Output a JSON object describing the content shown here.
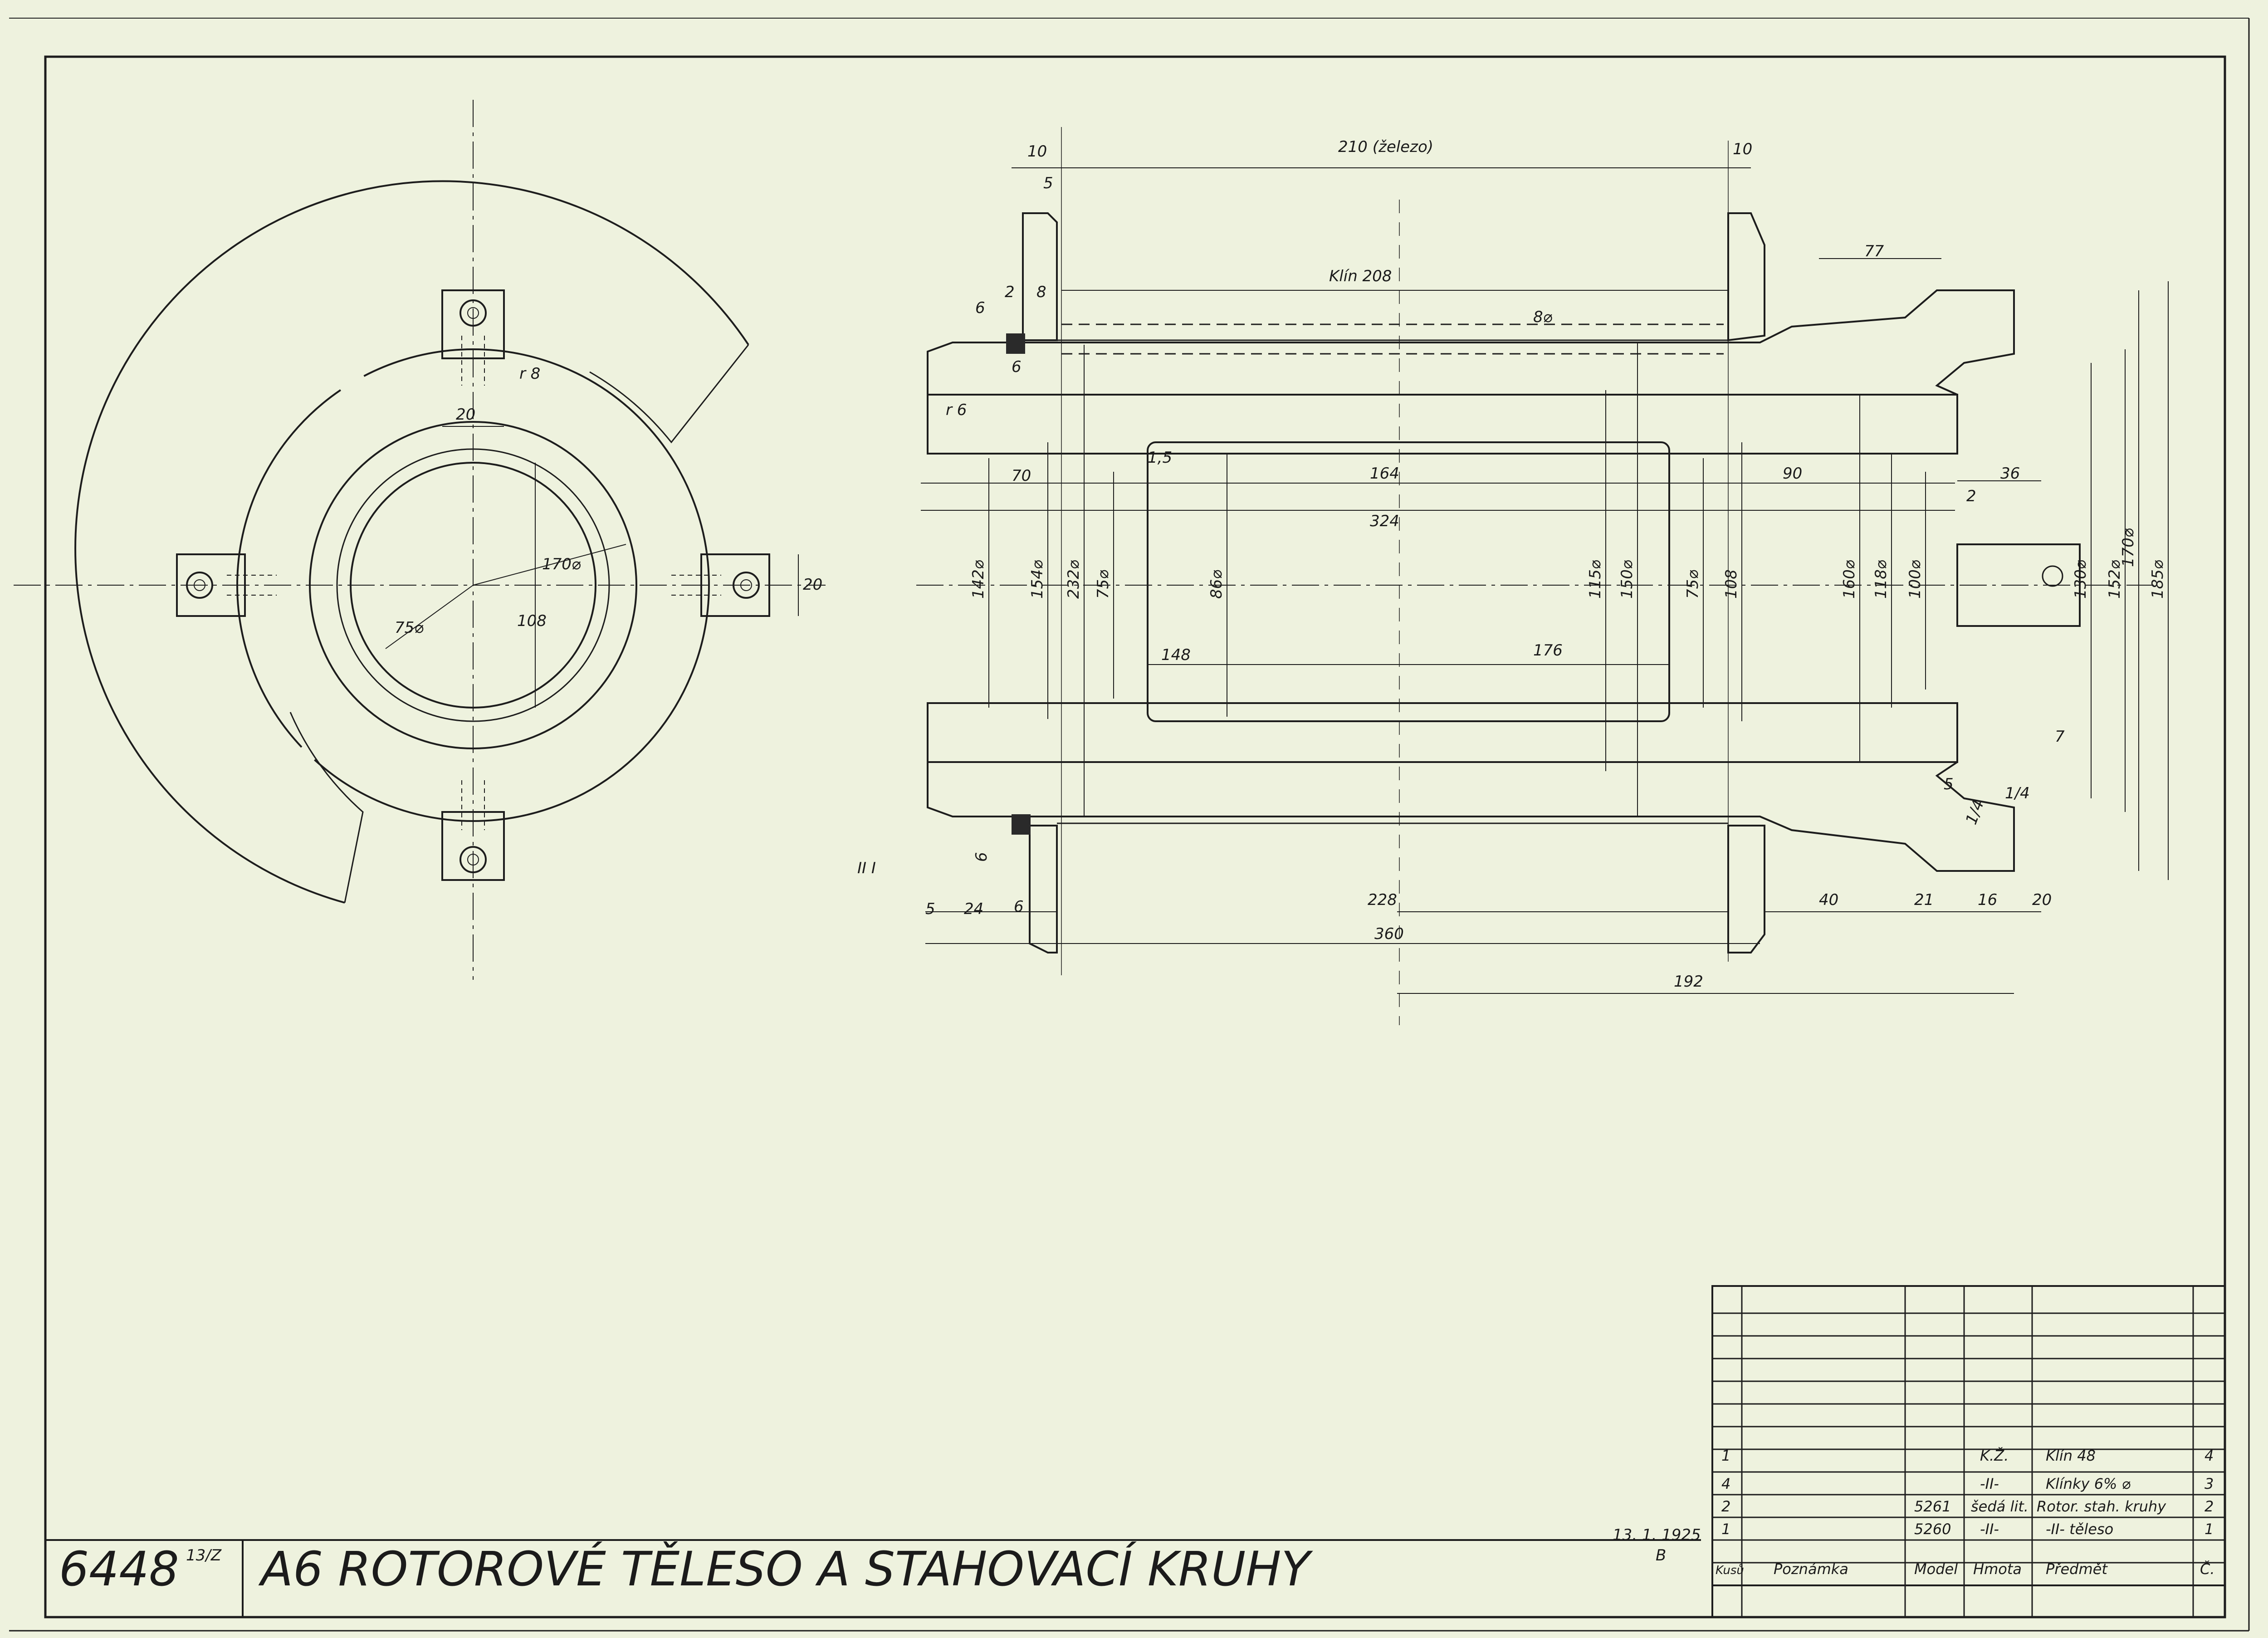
{
  "title_block": {
    "drawing_number": "6448",
    "sheet": "13/Z",
    "title": "A6 ROTOROVÉ TĚLESO A STAHOVACÍ KRUHY",
    "date": "13. 1. 1925",
    "signature_mark": "B"
  },
  "parts_list": {
    "header": {
      "col1": "Kusů",
      "col2": "Poznámka",
      "col3": "Model",
      "col4": "Hmota",
      "col5": "Předmět",
      "col6": "Č."
    },
    "rows": [
      {
        "qty": "1",
        "note": "",
        "model": "",
        "material": "K.Ž.",
        "item": "Klín 48",
        "no": "4"
      },
      {
        "qty": "4",
        "note": "",
        "model": "",
        "material": "-II-",
        "item": "Klínky 6% ⌀",
        "no": "3"
      },
      {
        "qty": "2",
        "note": "",
        "model": "5261",
        "material": "šedá lit.",
        "item": "Rotor. stah. kruhy",
        "no": "2"
      },
      {
        "qty": "1",
        "note": "",
        "model": "5260",
        "material": "-II-",
        "item": "-II- těleso",
        "no": "1"
      }
    ]
  },
  "front_view": {
    "dims": {
      "d_20_top": "20",
      "r_75": "75⌀",
      "d_170": "170⌀",
      "d_108": "108",
      "d_20_right": "20",
      "d_8": "r 8"
    }
  },
  "section_view": {
    "dims": {
      "top_10_left": "10",
      "top_210": "210 (železo)",
      "top_10_right": "10",
      "top_5": "5",
      "top_2": "2",
      "top_8": "8",
      "top_6": "6",
      "klin": "Klín 208",
      "d_8": "8⌀",
      "d_6_small": "6",
      "d_77": "77",
      "r6": "r 6",
      "d_70": "70",
      "d_164": "164",
      "d_324": "324",
      "d_90": "90",
      "d_36": "36",
      "d_2": "2",
      "d_15": "1,5",
      "d_142": "142⌀",
      "d_154": "154⌀",
      "d_232": "232⌀",
      "d_75": "75⌀",
      "d_86": "86⌀",
      "d_115": "115⌀",
      "d_150": "150⌀",
      "d_75b": "75⌀",
      "d_108b": "108",
      "d_160": "160⌀",
      "d_118": "118⌀",
      "d_100": "100⌀",
      "d_130": "130⌀",
      "d_152": "152⌀",
      "d_170": "170⌀",
      "d_185": "185⌀",
      "d_148": "148",
      "d_176": "176",
      "d_7": "7",
      "d_5": "5",
      "d_14": "1/4",
      "d_14b": "1/4",
      "d_6_bottom": "6",
      "d_5_bottom": "5",
      "d_24": "24",
      "d_6b": "6",
      "d_228": "228",
      "d_360": "360",
      "d_40": "40",
      "d_21": "21",
      "d_16": "16",
      "d_20": "20",
      "d_192": "192",
      "side_mark": "II I"
    }
  },
  "colors": {
    "paper": "#eef2de",
    "ink": "#1d1d1d"
  }
}
